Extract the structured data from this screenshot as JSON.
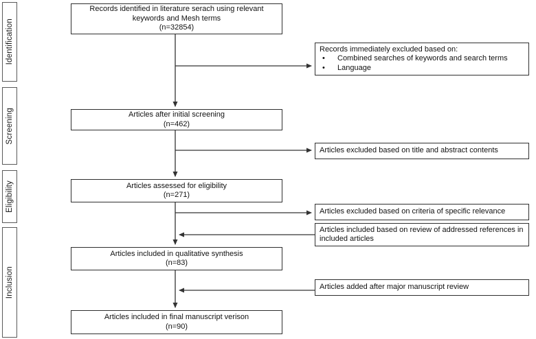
{
  "figure": {
    "type": "prisma-flow-diagram",
    "colors": {
      "box_border": "#2e2e2e",
      "stage_border": "#595959",
      "arrow": "#333333",
      "text": "#111111",
      "background": "#ffffff"
    },
    "bullet_char": "•"
  },
  "stages": [
    {
      "label": "Identification"
    },
    {
      "label": "Screening"
    },
    {
      "label": "Eligibility"
    },
    {
      "label": "Inclusion"
    }
  ],
  "main_boxes": [
    {
      "text": "Records identified in literature serach using relevant keywords and Mesh terms",
      "count": "(n=32854)"
    },
    {
      "text": "Articles after initial screening",
      "count": "(n=462)"
    },
    {
      "text": "Articles assessed for eligibility",
      "count": "(n=271)"
    },
    {
      "text": "Articles included in qualitative synthesis",
      "count": "(n=83)"
    },
    {
      "text": "Articles included in final manuscript verison",
      "count": "(n=90)"
    }
  ],
  "side_boxes": [
    {
      "title": "Records immediately excluded based on:",
      "bullets": [
        "Combined searches of keywords and search terms",
        "Language"
      ]
    },
    {
      "text": "Articles excluded based on title and abstract contents"
    },
    {
      "text": "Articles excluded based on criteria of specific relevance"
    },
    {
      "text": "Articles included based on review of addressed references in included articles"
    },
    {
      "text": "Articles added after major manuscript review"
    }
  ]
}
